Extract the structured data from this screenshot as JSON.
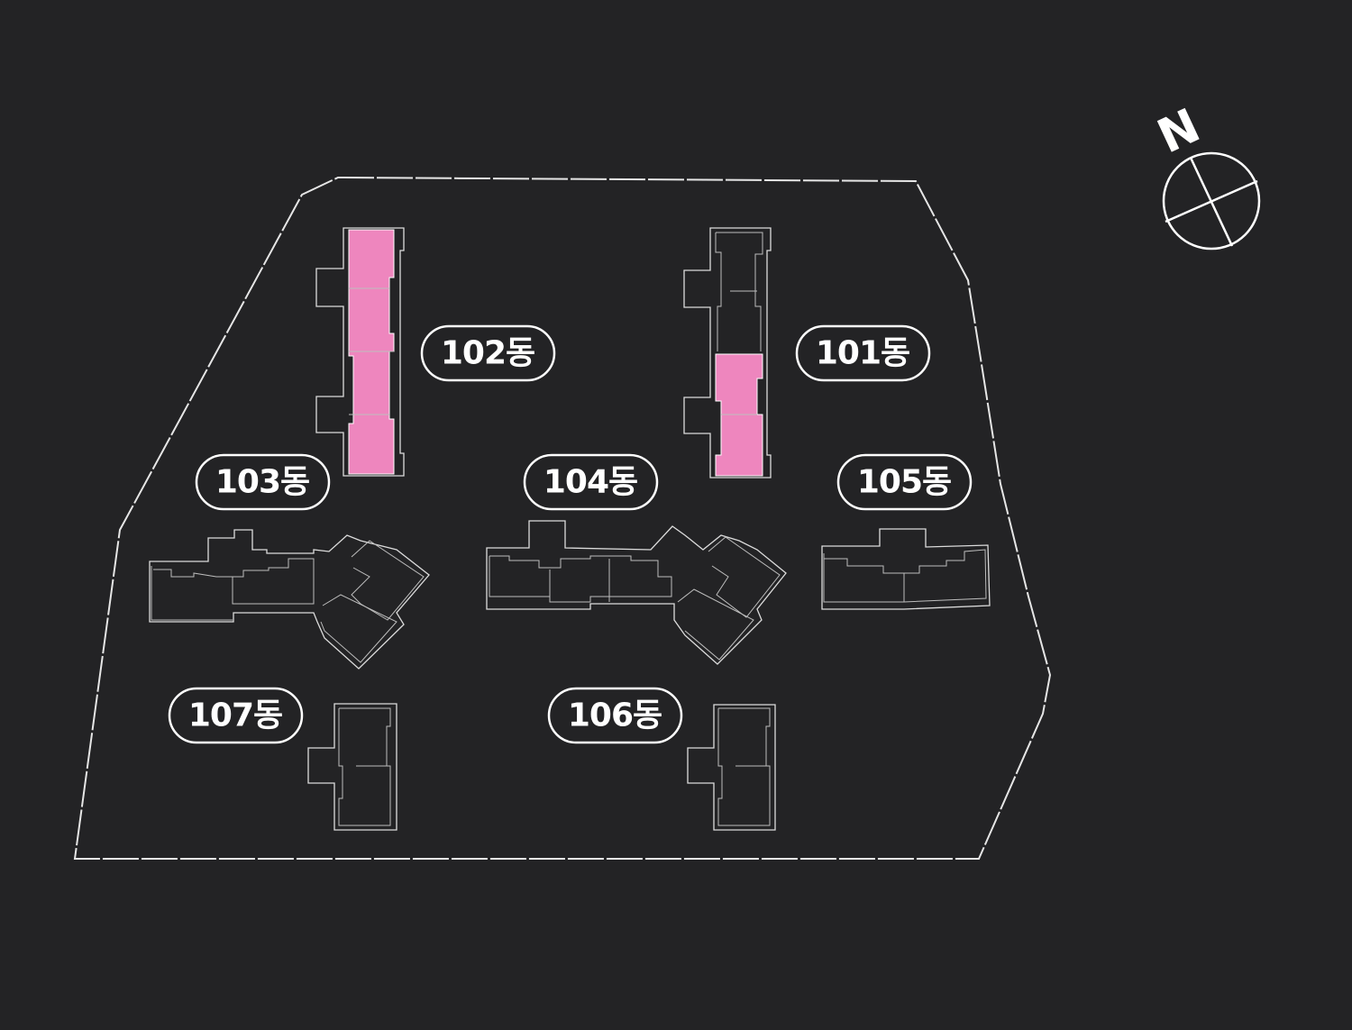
{
  "compass": {
    "label": "N",
    "icon": "north-arrow-compass-icon"
  },
  "colors": {
    "background": "#232325",
    "line": "#dcdcdc",
    "highlight": "#ee86be"
  },
  "buildings": [
    {
      "id": "101",
      "label": "101동",
      "highlighted": true
    },
    {
      "id": "102",
      "label": "102동",
      "highlighted": true
    },
    {
      "id": "103",
      "label": "103동",
      "highlighted": false
    },
    {
      "id": "104",
      "label": "104동",
      "highlighted": false
    },
    {
      "id": "105",
      "label": "105동",
      "highlighted": false
    },
    {
      "id": "106",
      "label": "106동",
      "highlighted": false
    },
    {
      "id": "107",
      "label": "107동",
      "highlighted": false
    }
  ]
}
